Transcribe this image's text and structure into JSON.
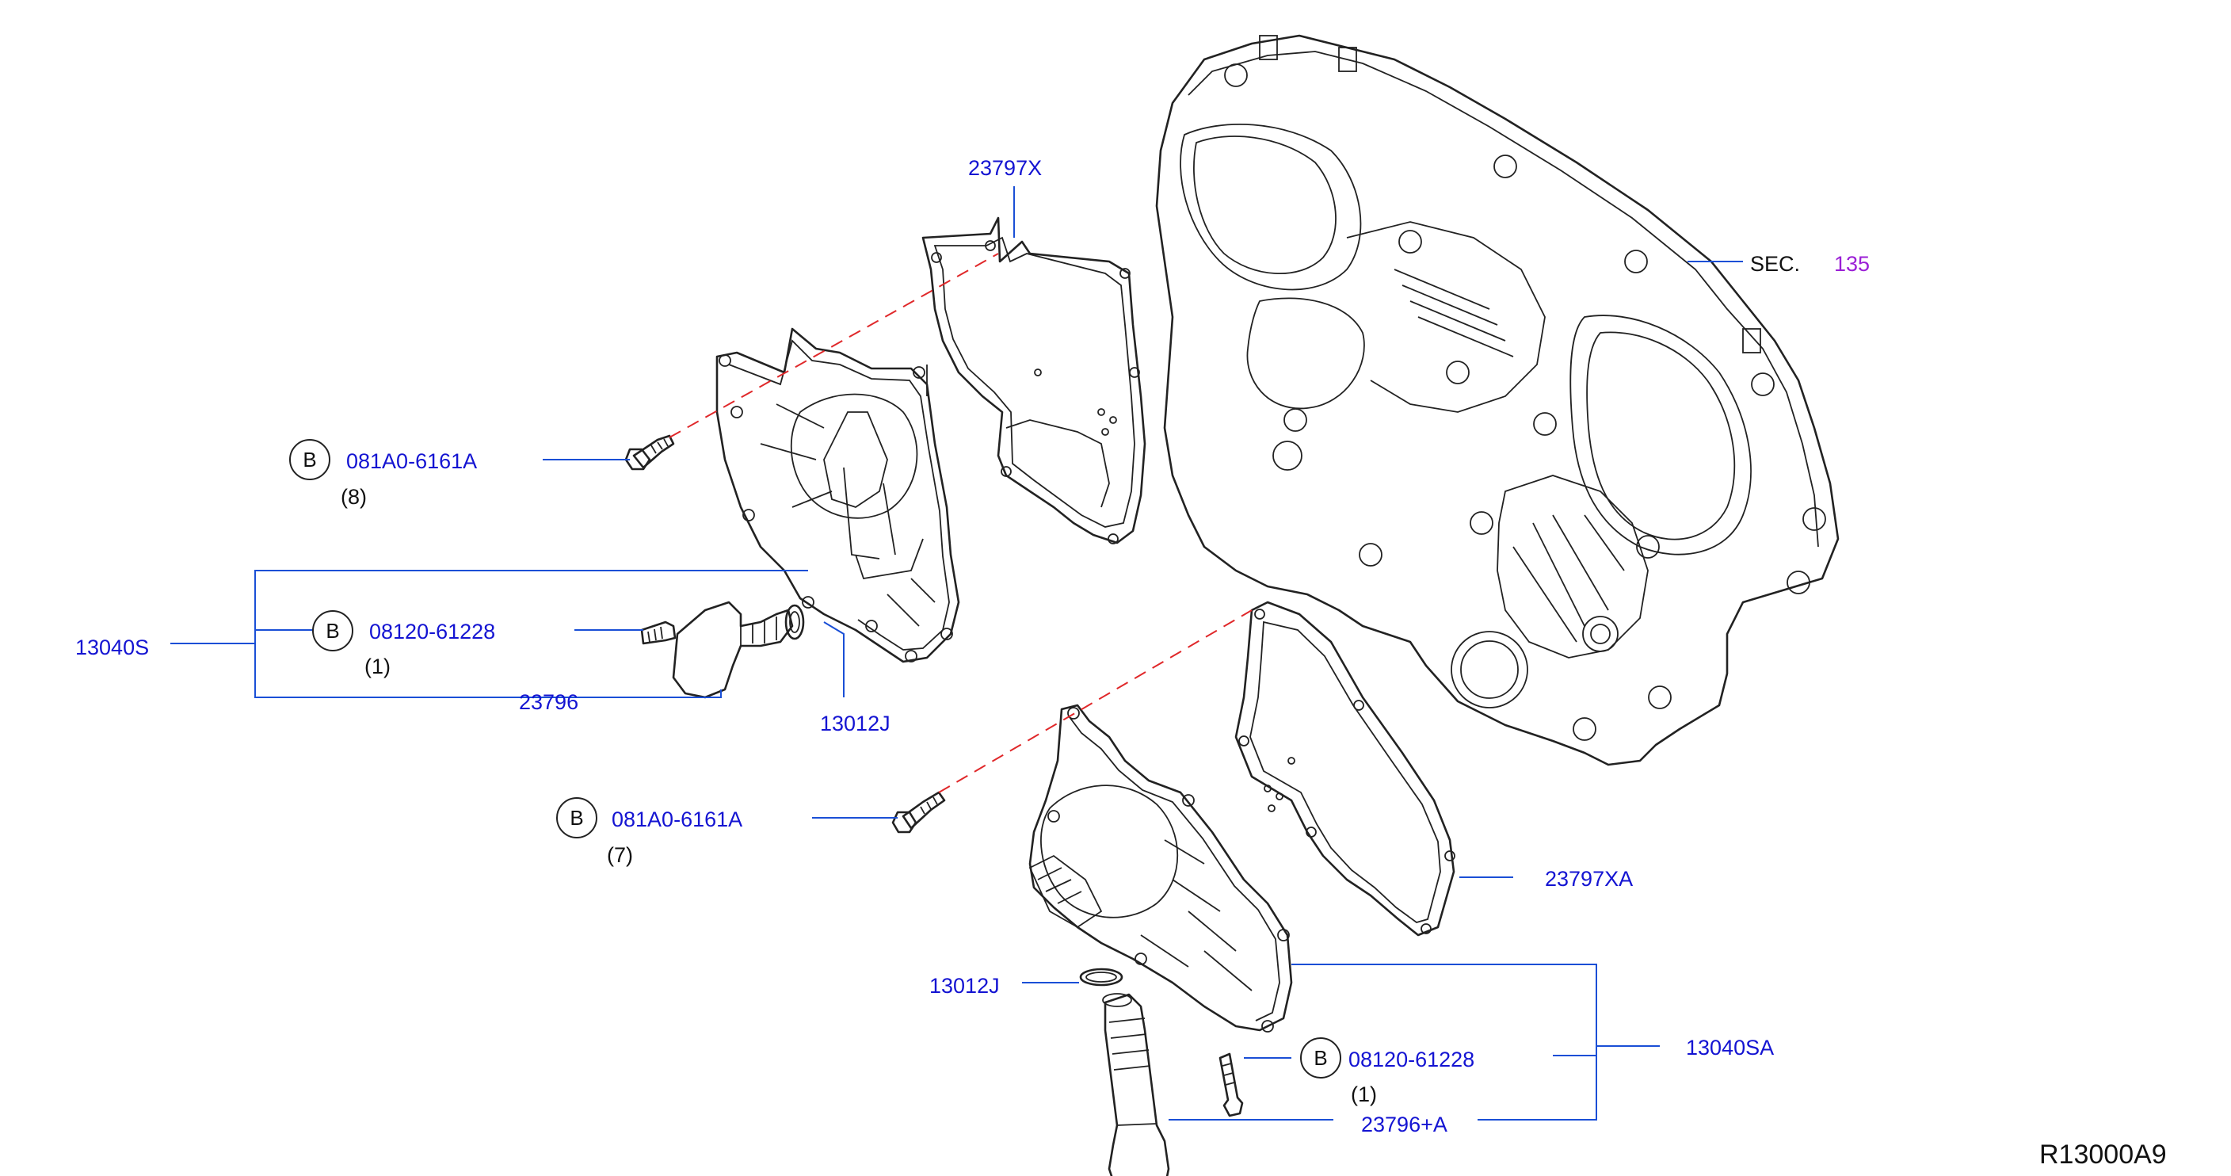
{
  "diagram": {
    "reference_code": "R13000A9",
    "section_ref": {
      "prefix": "SEC.",
      "number": "135"
    },
    "bolt_marker": "B",
    "labels": {
      "gasket_upper": "23797X",
      "gasket_lower": "23797XA",
      "bolt_upper": "081A0-6161A",
      "bolt_upper_qty": "(8)",
      "bolt_lower": "081A0-6161A",
      "bolt_lower_qty": "(7)",
      "cover_assy_upper": "13040S",
      "cover_assy_lower": "13040SA",
      "solenoid_bolt_upper": "08120-61228",
      "solenoid_bolt_upper_qty": "(1)",
      "solenoid_bolt_lower": "08120-61228",
      "solenoid_bolt_lower_qty": "(1)",
      "valve_upper": "23796",
      "valve_lower": "23796+A",
      "oring_upper": "13012J",
      "oring_lower": "13012J"
    },
    "colors": {
      "part_number": "#1414d2",
      "leader": "#1a4fd6",
      "section_number": "#9b1fd6",
      "alignment_dash": "#e0282a",
      "linework": "#222222"
    }
  }
}
